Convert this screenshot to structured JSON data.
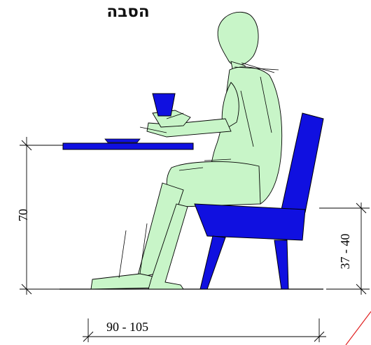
{
  "title": "הסבה",
  "dimensions": {
    "table_height": "70",
    "seat_height": "37 - 40",
    "depth": "90 - 105"
  },
  "colors": {
    "figure_fill": "#c8f5c8",
    "furniture_fill": "#1010e0",
    "line": "#000000",
    "accent_line": "#e02020"
  }
}
